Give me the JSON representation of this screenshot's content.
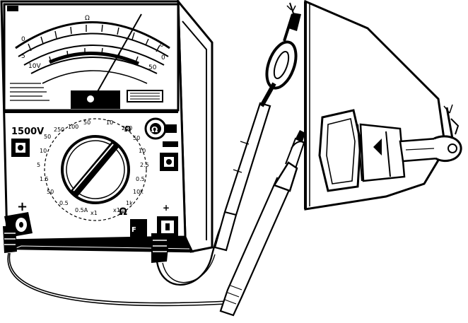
{
  "meter": {
    "voltage_socket_label": "1500V",
    "plus_label": "+",
    "minus_label": "+",
    "ohm_symbol": "Ω",
    "dial_labels": {
      "ohm": "Ω",
      "ohm_top": "Ω",
      "right_ohm": "Ω"
    }
  },
  "colors": {
    "ink": "#000000",
    "paper": "#ffffff"
  }
}
